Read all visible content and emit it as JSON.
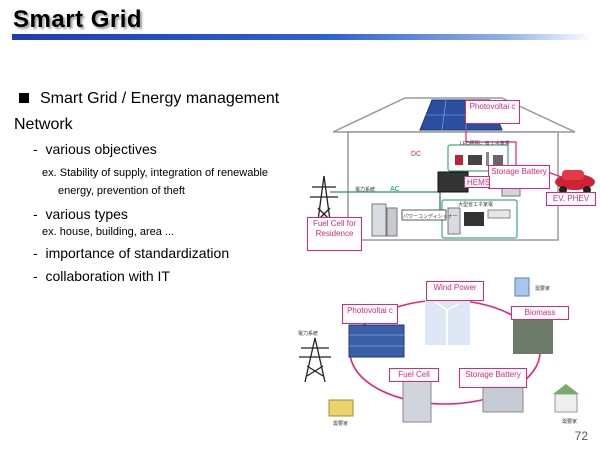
{
  "title": "Smart Grid",
  "heading": "Smart Grid / Energy management",
  "heading2": "Network",
  "bullets": [
    {
      "text": "various objectives"
    },
    {
      "text": "various types"
    },
    {
      "text": "importance of standardization"
    },
    {
      "text": "collaboration with IT"
    }
  ],
  "bullet_dash": "-",
  "sub": {
    "objectives_line1": "ex. Stability of supply, integration of renewable",
    "objectives_line2": "energy, prevention of theft",
    "types": "ex. house, building,  area ..."
  },
  "diagram_top": {
    "photovoltaic": "Photovoltai c",
    "storage": "Storage Battery",
    "hems": "HEMS",
    "ev": "EV, PHEV",
    "fuelcell": "Fuel Cell for Residence",
    "dc": "DC",
    "ac": "AC",
    "grid_jp": "電力系統",
    "power_cond": "パワーコンディショナー",
    "led_jp": "LED照明、省エネ家電",
    "appliance_jp": "大型省エネ家電"
  },
  "diagram_bottom": {
    "wind": "Wind Power",
    "photovoltaic": "Photovoltai c",
    "biomass": "Biomass",
    "fuelcell": "Fuel Cell",
    "storage": "Storage Battery",
    "grid_jp": "電力系統",
    "consumer_jp": "需要家"
  },
  "page_number": "72",
  "colors": {
    "accent": "#e0257c",
    "title_bar": "#1c3fae",
    "house": "#9a9a9a"
  }
}
